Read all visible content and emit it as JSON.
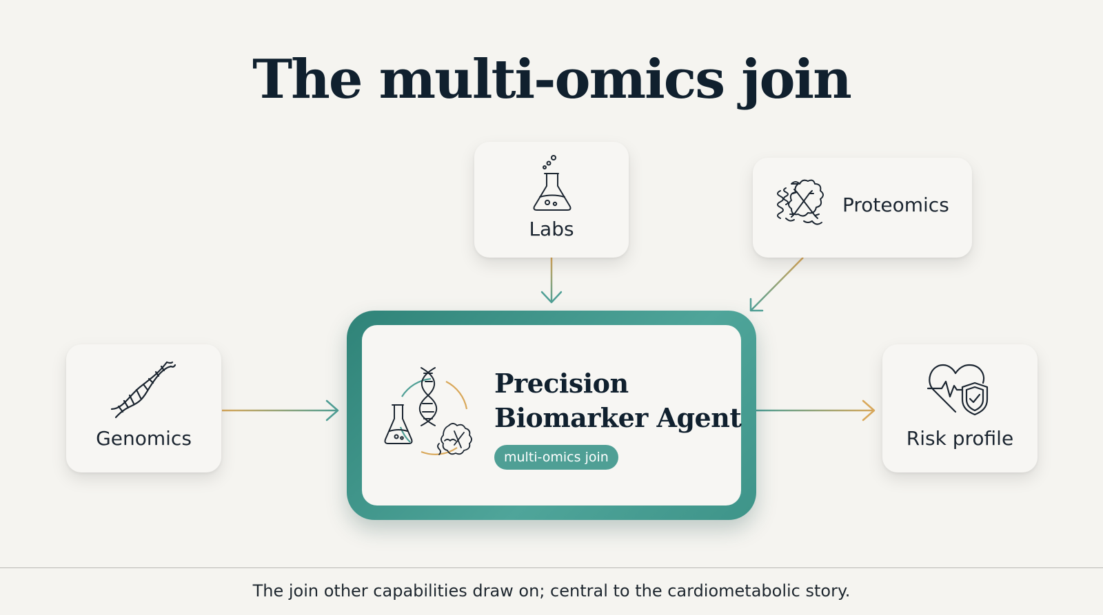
{
  "title": "The multi-omics join",
  "nodes": {
    "labs": {
      "label": "Labs",
      "icon": "flask-icon"
    },
    "proteomics": {
      "label": "Proteomics",
      "icon": "protein-structure-icon"
    },
    "genomics": {
      "label": "Genomics",
      "icon": "dna-icon"
    },
    "risk": {
      "label": "Risk profile",
      "icon": "heart-shield-icon"
    },
    "center": {
      "title_line1": "Precision",
      "title_line2": "Biomarker Agent",
      "pill": "multi-omics join",
      "icon": "multi-omics-cycle-icon"
    }
  },
  "edges": [
    {
      "from": "Labs",
      "to": "Precision Biomarker Agent"
    },
    {
      "from": "Proteomics",
      "to": "Precision Biomarker Agent"
    },
    {
      "from": "Genomics",
      "to": "Precision Biomarker Agent"
    },
    {
      "from": "Precision Biomarker Agent",
      "to": "Risk profile"
    }
  ],
  "colors": {
    "teal": "#4f9f95",
    "teal_dark": "#2f8378",
    "gold": "#d9a85a",
    "ink": "#10202e",
    "background": "#f5f4f0"
  },
  "caption": "The join other capabilities draw on; central to the cardiometabolic story."
}
